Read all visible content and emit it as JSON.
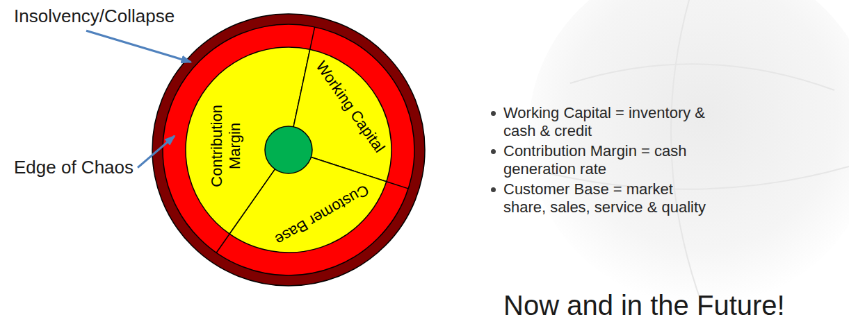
{
  "diagram": {
    "nodes": [
      {
        "text": [
          "Contribution Margin"
        ]
      },
      {
        "text": [
          "Working Capital"
        ]
      },
      {
        "text": [
          "Customer Base"
        ]
      }
    ],
    "labels": [
      "Insolvency/Collapse",
      "Edge of Chaos",
      "Working Capital = inventory & cash & credit",
      "Contribution Margin = cash generation rate",
      "Customer Base = market share, sales, service & quality",
      "Now and in the Future!"
    ]
  }
}
